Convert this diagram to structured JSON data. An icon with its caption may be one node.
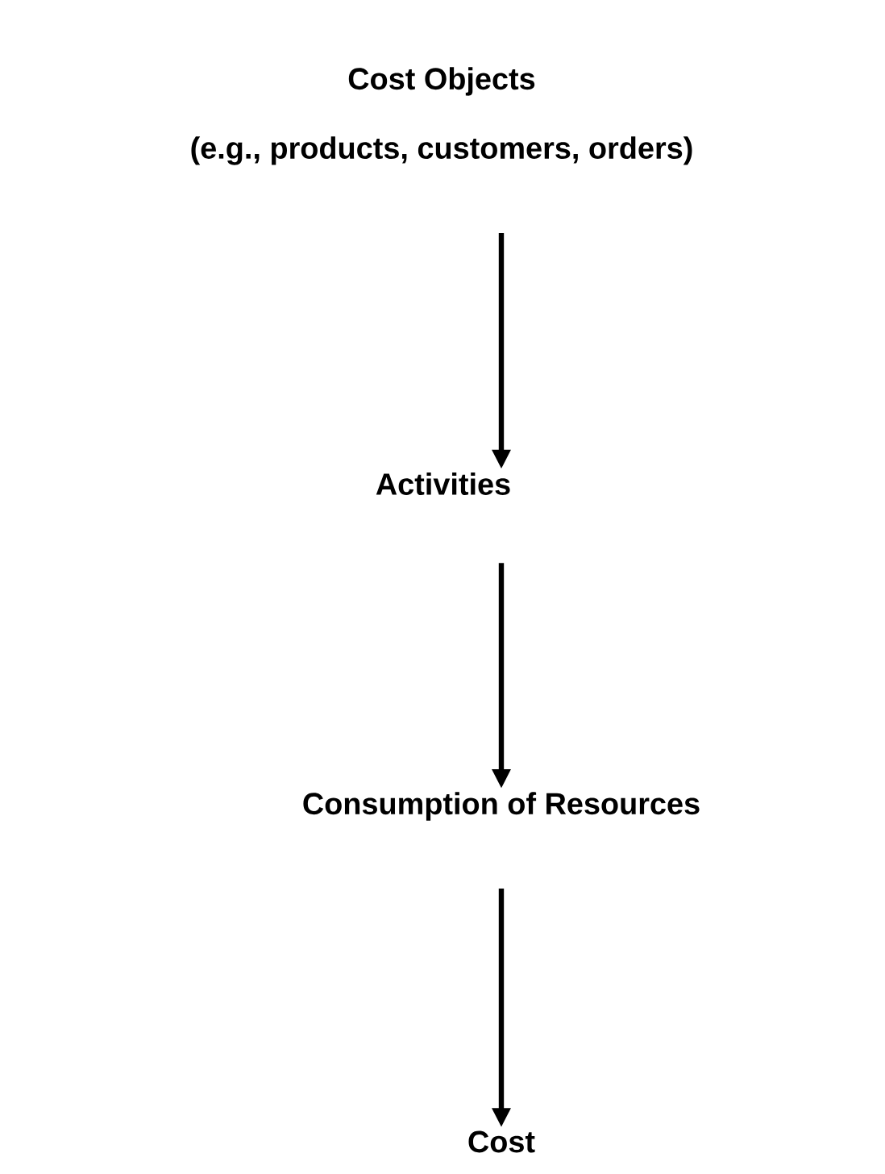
{
  "diagram": {
    "nodes": [
      {
        "text": [
          "Cost Objects",
          "(e.g., products, customers, orders)"
        ]
      },
      {
        "text": [
          "Activities"
        ]
      },
      {
        "text": [
          "Consumption of Resources"
        ]
      },
      {
        "text": [
          "Cost"
        ]
      }
    ],
    "edges": [
      {
        "from": 0,
        "to": 1,
        "arrow": "to"
      },
      {
        "from": 1,
        "to": 2,
        "arrow": "to"
      },
      {
        "from": 2,
        "to": 3,
        "arrow": "to"
      }
    ]
  }
}
